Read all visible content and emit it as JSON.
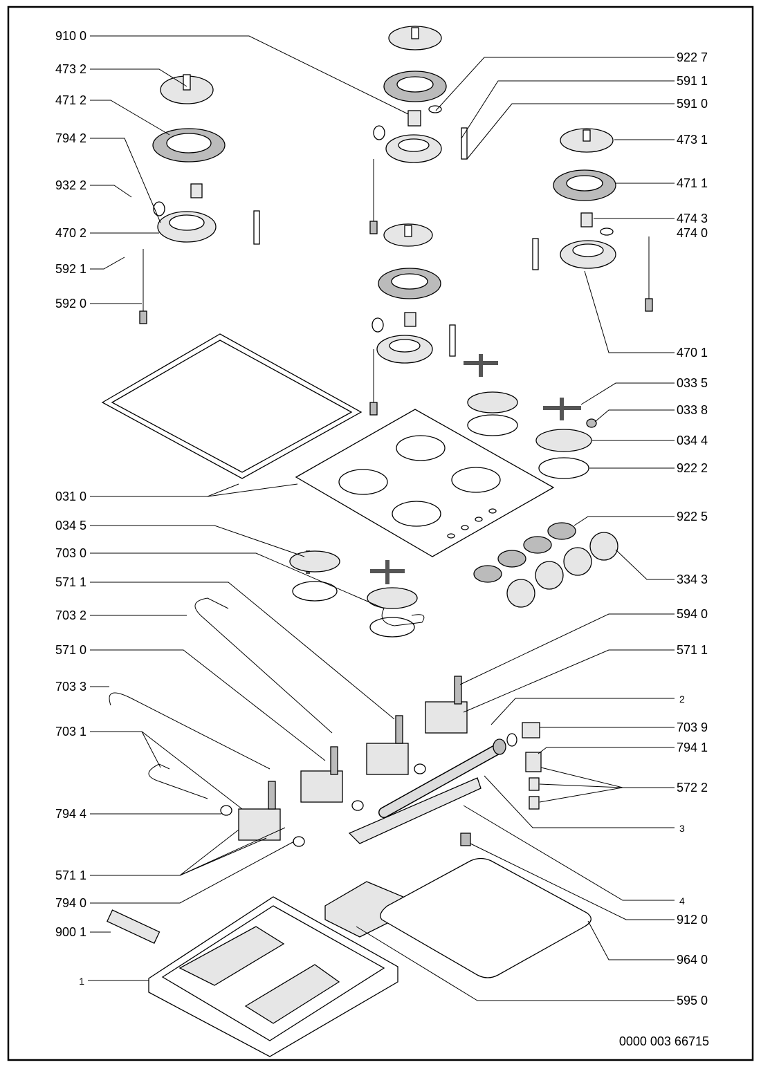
{
  "left_labels": [
    "910 0",
    "473 2",
    "471 2",
    "794 2",
    "932 2",
    "470 2",
    "592 1",
    "592 0",
    "031 0",
    "034 5",
    "703 0",
    "571 1",
    "703 2",
    "571 0",
    "703 3",
    "703 1",
    "794 4",
    "571 1",
    "794 0",
    "900 1",
    "1"
  ],
  "right_labels": [
    "922 7",
    "591 1",
    "591 0",
    "473 1",
    "471 1",
    "474 3",
    "474 0",
    "470 1",
    "033 5",
    "033 8",
    "034 4",
    "922 2",
    "922 5",
    "334 3",
    "594 0",
    "571 1",
    "2",
    "703 9",
    "794 1",
    "572 2",
    "3",
    "4",
    "912 0",
    "964 0",
    "595 0"
  ],
  "footer": {
    "document_number": "0000 003 66715"
  }
}
